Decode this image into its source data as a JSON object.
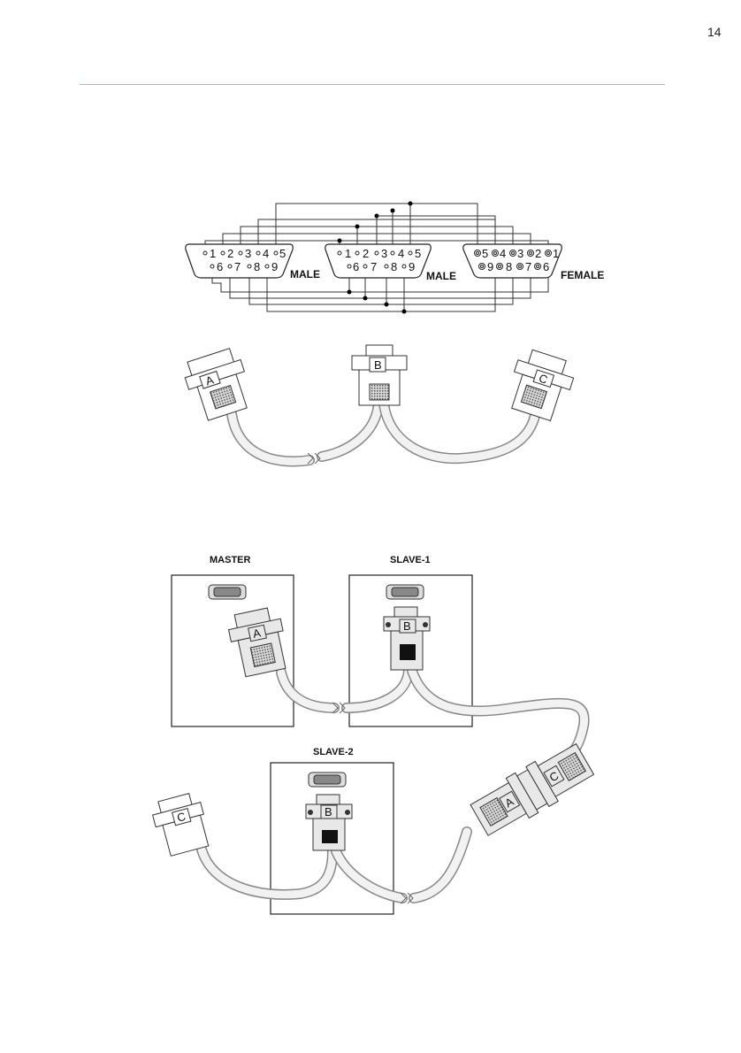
{
  "page": {
    "number": "14"
  },
  "pinout": {
    "connectors": [
      {
        "id": "a",
        "label": "MALE",
        "top_pins": [
          "1",
          "2",
          "3",
          "4",
          "5"
        ],
        "bottom_pins": [
          "6",
          "7",
          "8",
          "9"
        ]
      },
      {
        "id": "b",
        "label": "MALE",
        "top_pins": [
          "1",
          "2",
          "3",
          "4",
          "5"
        ],
        "bottom_pins": [
          "6",
          "7",
          "8",
          "9"
        ]
      },
      {
        "id": "c",
        "label": "FEMALE",
        "top_pins": [
          "5",
          "4",
          "3",
          "2",
          "1"
        ],
        "bottom_pins": [
          "9",
          "8",
          "7",
          "6"
        ]
      }
    ]
  },
  "cable": {
    "plug_labels": [
      "A",
      "B",
      "C"
    ]
  },
  "setup": {
    "boxes": [
      "MASTER",
      "SLAVE-1",
      "SLAVE-2"
    ],
    "plug_labels": {
      "master_plug": "A",
      "slave1_plug": "B",
      "slave2_plug": "B",
      "coupler_left": "A",
      "coupler_right": "C",
      "loose_plug": "C"
    }
  }
}
